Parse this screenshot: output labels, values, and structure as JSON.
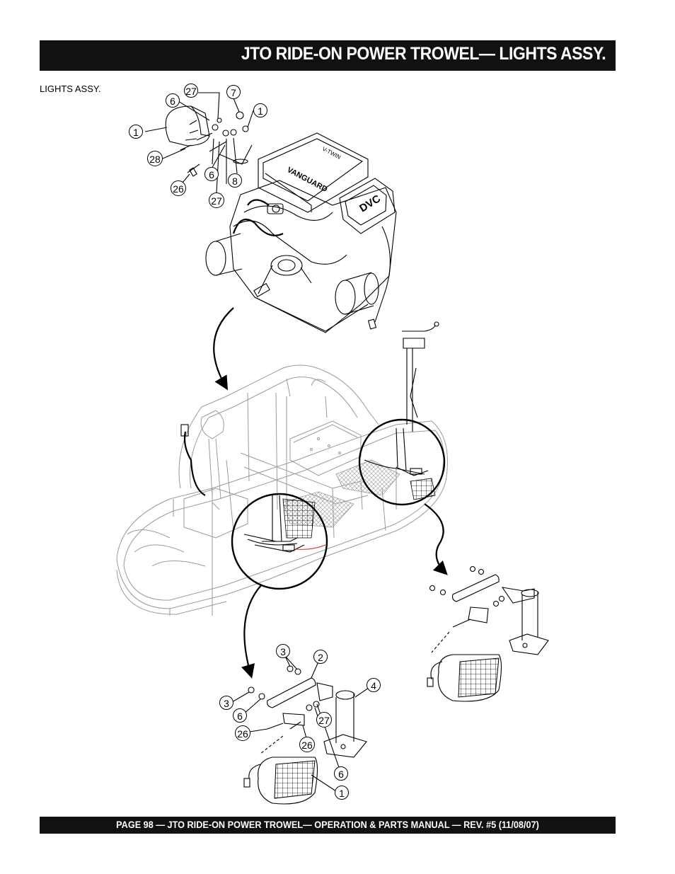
{
  "header": {
    "title": "JTO RIDE-ON POWER TROWEL— LIGHTS ASSY."
  },
  "section": {
    "label": "LIGHTS   ASSY."
  },
  "engine": {
    "brand": "VANGUARD",
    "model": "V-TWIN",
    "logo": "DVC"
  },
  "callouts": {
    "top": [
      "27",
      "6",
      "7",
      "1",
      "1",
      "28",
      "6",
      "8",
      "26",
      "27"
    ],
    "bottom": [
      "3",
      "2",
      "4",
      "3",
      "6",
      "27",
      "26",
      "26",
      "6",
      "1"
    ]
  },
  "footer": {
    "text": "PAGE 98 — JTO RIDE-ON POWER TROWEL—  OPERATION & PARTS MANUAL — REV. #5 (11/08/07)"
  }
}
